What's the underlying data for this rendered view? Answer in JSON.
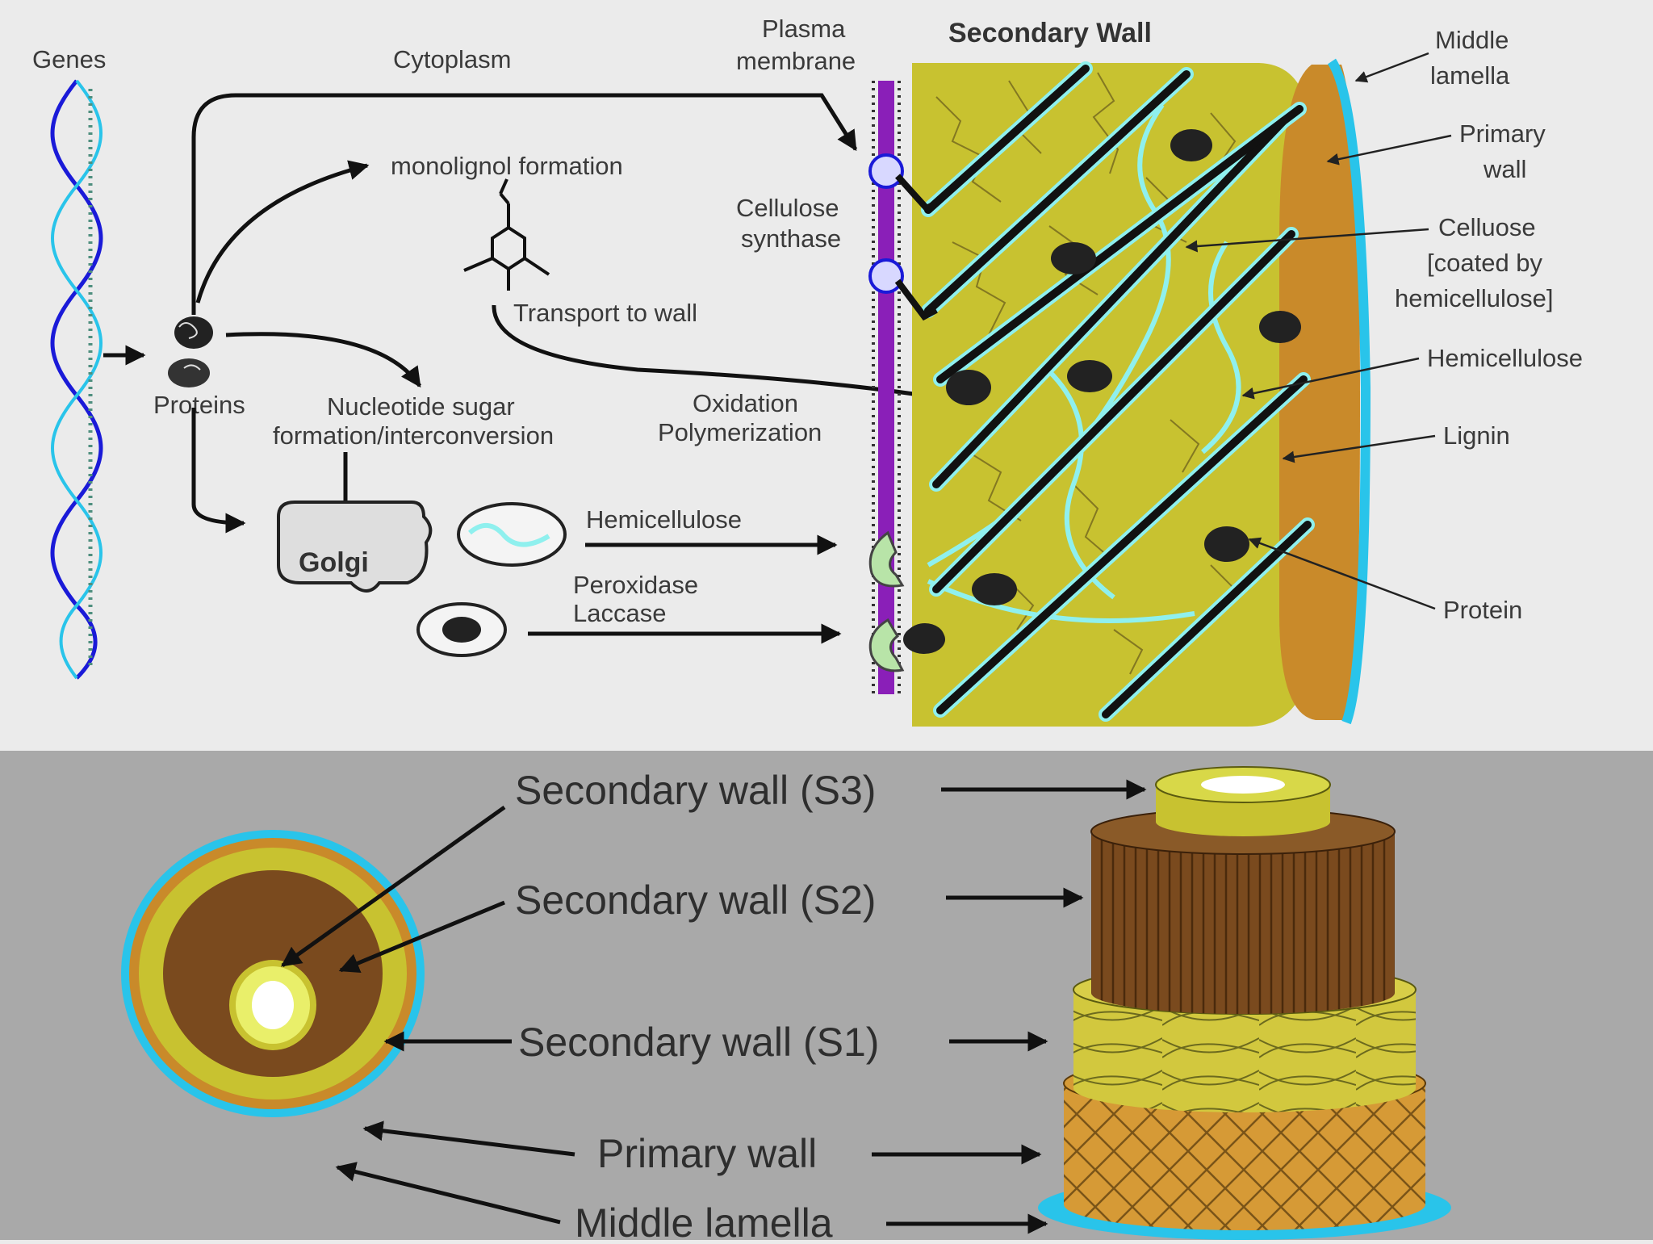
{
  "top": {
    "genes": "Genes",
    "cytoplasm": "Cytoplasm",
    "plasma_membrane": [
      "Plasma",
      "membrane"
    ],
    "secondary_wall_title": "Secondary Wall",
    "middle_lamella": [
      "Middle",
      "lamella"
    ],
    "primary_wall": [
      "Primary",
      "wall"
    ],
    "cellulose": [
      "Celluose",
      "[coated by",
      "hemicellulose]"
    ],
    "hemicellulose": "Hemicellulose",
    "lignin": "Lignin",
    "protein": "Protein",
    "monolignol": "monolignol formation",
    "cellulose_synthase": [
      "Cellulose",
      "synthase"
    ],
    "transport": "Transport to wall",
    "proteins": "Proteins",
    "nucleotide": [
      "Nucleotide sugar",
      "formation/interconversion"
    ],
    "oxidation": [
      "Oxidation",
      "Polymerization"
    ],
    "golgi": "Golgi",
    "hemicellulose_vesicle": "Hemicellulose",
    "enzymes": [
      "Peroxidase",
      "Laccase"
    ]
  },
  "bottom": {
    "s3": "Secondary wall (S3)",
    "s2": "Secondary wall (S2)",
    "s1": "Secondary wall (S1)",
    "primary": "Primary wall",
    "middle": "Middle lamella"
  },
  "colors": {
    "top_bg": "#ebebeb",
    "bottom_bg": "#a9a9a9",
    "secondary_wall": "#c8c230",
    "primary_wall": "#c98a2a",
    "middle_lamella": "#29c4ea",
    "plasma_membrane": "#8a1fb8",
    "hemicellulose": "#8ff0ee",
    "s2_brown": "#7a4a1e",
    "s1_yellow": "#cfc63a"
  }
}
